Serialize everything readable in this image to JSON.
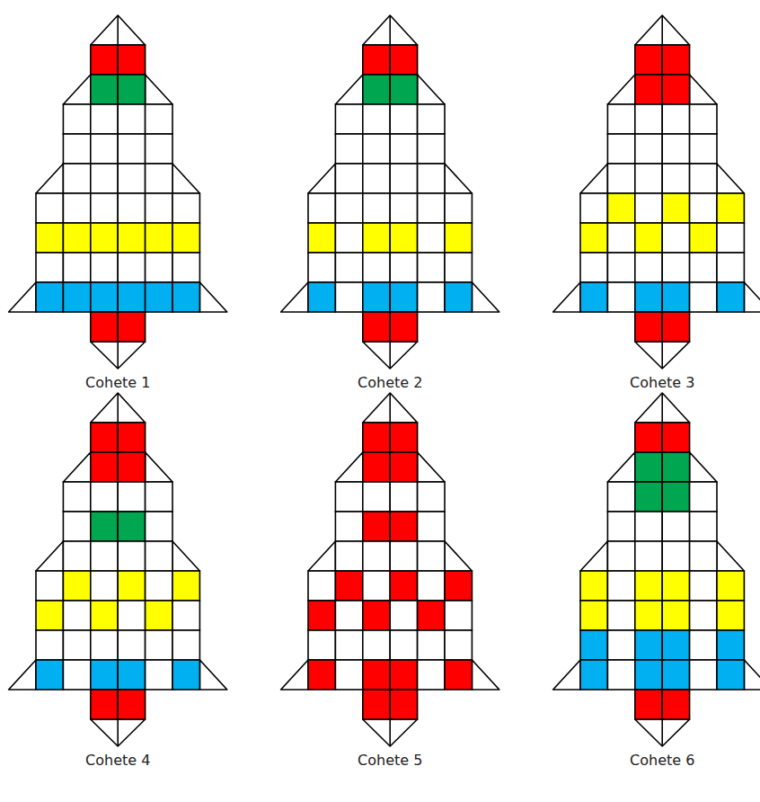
{
  "diagram": {
    "labels": [
      "Cohete 1",
      "Cohete 2",
      "Cohete 3",
      "Cohete 4",
      "Cohete 5",
      "Cohete 6"
    ]
  }
}
